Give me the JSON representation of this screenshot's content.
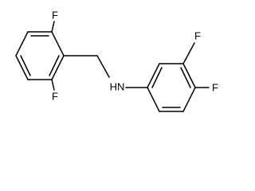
{
  "molecule": {
    "atom_labels": {
      "f_top_left": "F",
      "f_bottom_left": "F",
      "nh": "HN",
      "f_meta": "F",
      "f_para": "F"
    },
    "colors": {
      "bond": "#000000",
      "label": "#000000",
      "background": "#ffffff"
    }
  }
}
